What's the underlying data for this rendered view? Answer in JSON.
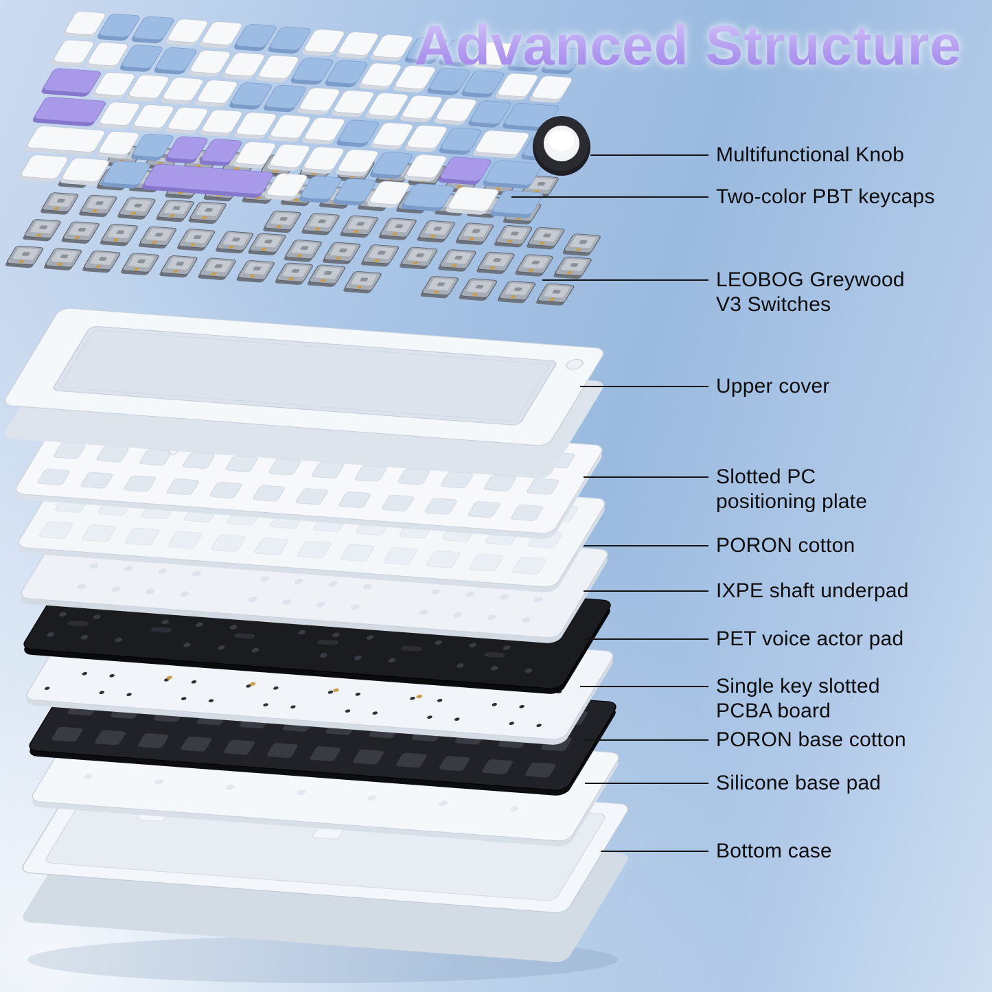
{
  "title": "Advanced Structure",
  "labels": [
    {
      "text": "Multifunctional Knob"
    },
    {
      "text": "Two-color PBT keycaps"
    },
    {
      "text": "LEOBOG Greywood V3 Switches"
    },
    {
      "text": "Upper cover"
    },
    {
      "text": "Slotted PC positioning plate"
    },
    {
      "text": "PORON cotton"
    },
    {
      "text": "IXPE shaft underpad"
    },
    {
      "text": "PET voice actor pad"
    },
    {
      "text": "Single key slotted PCBA board"
    },
    {
      "text": "PORON base cotton"
    },
    {
      "text": "Silicone base pad"
    },
    {
      "text": "Bottom case"
    }
  ],
  "colors": {
    "background_start": "#cddcf0",
    "background_mid": "#9abadf",
    "background_end": "#cfdff1",
    "title_gradient_top": "#d8c9fa",
    "title_gradient_bottom": "#9a7fe8",
    "label_text": "#0d0d0d",
    "leader_line": "#141414",
    "keycap_white": "#f7f8fa",
    "keycap_blue": "#9dbce3",
    "keycap_purple": "#a89ae9",
    "switch_gray": "#a7adb6",
    "plate_white": "#f5f8fb",
    "plate_black": "#1b1c20"
  }
}
